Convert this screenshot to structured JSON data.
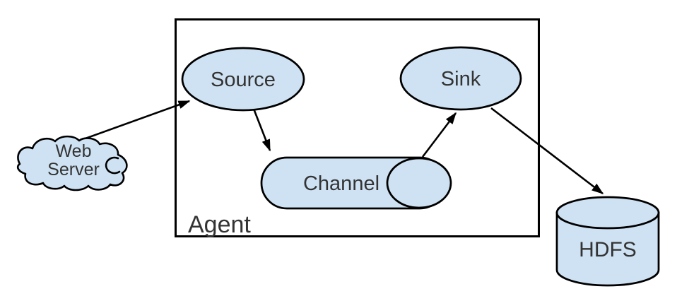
{
  "colors": {
    "node_fill": "#cfe2f3",
    "outline": "#000000",
    "label_text": "#333333",
    "background": "#ffffff"
  },
  "nodes": {
    "web_server": {
      "label": "Web Server",
      "lines": [
        "Web",
        "Server"
      ],
      "shape": "cloud"
    },
    "agent": {
      "label": "Agent",
      "shape": "rectangle-container"
    },
    "source": {
      "label": "Source",
      "shape": "ellipse"
    },
    "channel": {
      "label": "Channel",
      "shape": "horizontal-cylinder"
    },
    "sink": {
      "label": "Sink",
      "shape": "ellipse"
    },
    "hdfs": {
      "label": "HDFS",
      "shape": "cylinder"
    }
  },
  "edges": [
    {
      "from": "web_server",
      "to": "source"
    },
    {
      "from": "source",
      "to": "channel"
    },
    {
      "from": "channel",
      "to": "sink"
    },
    {
      "from": "sink",
      "to": "hdfs"
    }
  ]
}
